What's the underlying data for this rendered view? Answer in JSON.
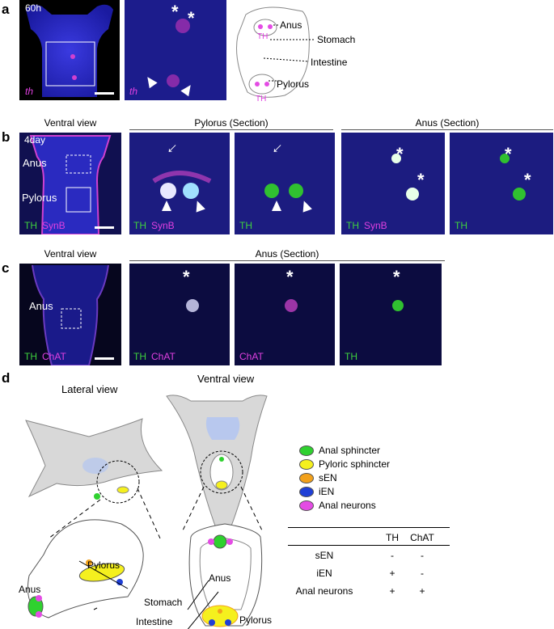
{
  "panel_a": {
    "letter": "a",
    "time_label": "60h",
    "gene_label_1": "th",
    "gene_label_2": "th",
    "schematic_labels": {
      "anus": "Anus",
      "stomach": "Stomach",
      "intestine": "Intestine",
      "pylorus": "Pylorus",
      "th_top": "TH",
      "th_bottom": "TH"
    }
  },
  "panel_b": {
    "letter": "b",
    "header_ventral": "Ventral view",
    "header_pylorus": "Pylorus (Section)",
    "header_anus": "Anus (Section)",
    "time_label": "4day",
    "anus_label": "Anus",
    "pylorus_label": "Pylorus",
    "stain_th": "TH",
    "stain_synb": "SynB"
  },
  "panel_c": {
    "letter": "c",
    "header_ventral": "Ventral view",
    "header_anus": "Anus (Section)",
    "anus_label": "Anus",
    "stain_th": "TH",
    "stain_chat": "ChAT"
  },
  "panel_d": {
    "letter": "d",
    "lateral_view": "Lateral view",
    "ventral_view": "Ventral view",
    "labels": {
      "anus_left": "Anus",
      "pylorus_left": "Pylorus",
      "stomach": "Stomach",
      "intestine": "Intestine",
      "anus_right": "Anus",
      "pylorus_right": "Pylorus"
    },
    "legend": [
      {
        "label": "Anal sphincter",
        "color": "#2fd12f"
      },
      {
        "label": "Pyloric sphincter",
        "color": "#f5f01e"
      },
      {
        "label": "sEN",
        "color": "#f2a11b"
      },
      {
        "label": "iEN",
        "color": "#1f3fd6"
      },
      {
        "label": "Anal neurons",
        "color": "#e44ce4"
      }
    ],
    "table": {
      "columns": [
        "TH",
        "ChAT"
      ],
      "rows": [
        {
          "name": "sEN",
          "th": "-",
          "chat": "-"
        },
        {
          "name": "iEN",
          "th": "+",
          "chat": "-"
        },
        {
          "name": "Anal neurons",
          "th": "+",
          "chat": "+"
        }
      ]
    }
  }
}
